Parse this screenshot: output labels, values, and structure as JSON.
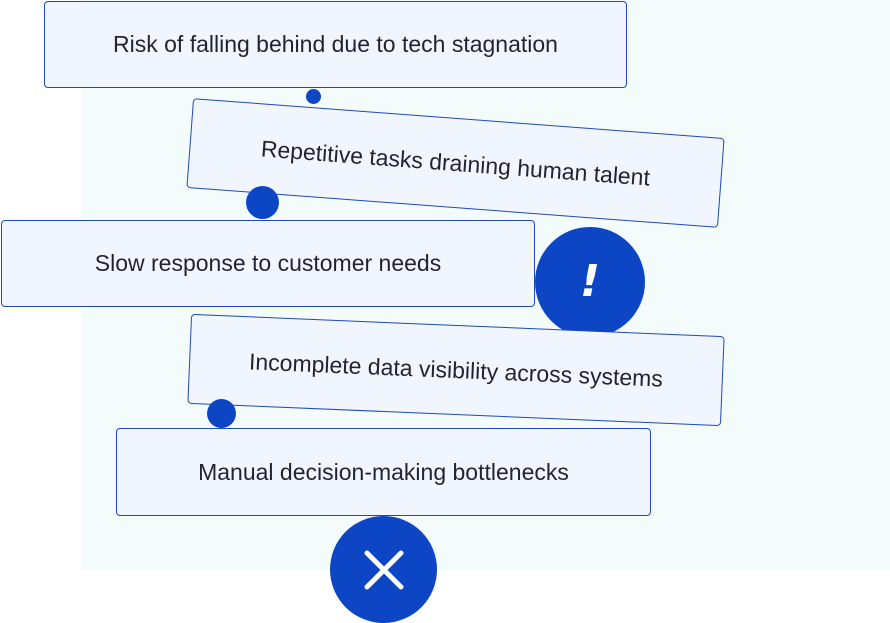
{
  "cards": [
    {
      "label": "Risk of falling behind due to tech stagnation"
    },
    {
      "label": "Repetitive tasks draining human talent"
    },
    {
      "label": "Slow response to customer needs"
    },
    {
      "label": "Incomplete data visibility across systems"
    },
    {
      "label": "Manual decision-making bottlenecks"
    }
  ],
  "alert_badge": {
    "symbol": "!",
    "icon": "exclamation-icon"
  },
  "close_badge": {
    "icon": "close-icon"
  },
  "colors": {
    "accent": "#0c46c4",
    "card_fill": "#f1f5fd",
    "card_border": "#1f49b6",
    "panel_bg": "#f3fbfb",
    "text": "#1f2433"
  }
}
